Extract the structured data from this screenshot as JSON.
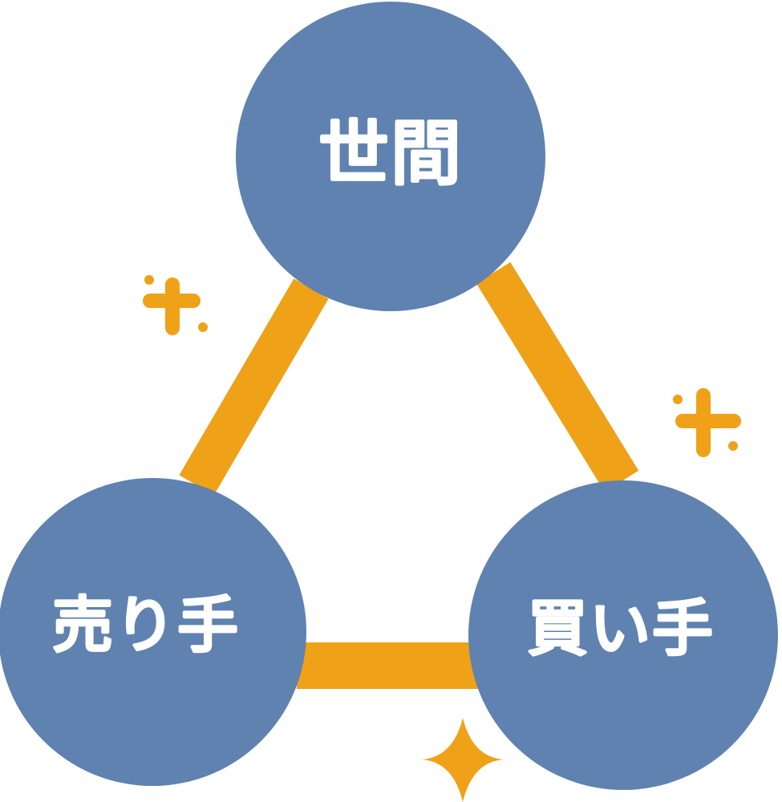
{
  "diagram": {
    "nodes": [
      {
        "id": "top",
        "label": "世間"
      },
      {
        "id": "left",
        "label": "売り手"
      },
      {
        "id": "right",
        "label": "買い手"
      }
    ],
    "connectors": [
      {
        "from": "top",
        "to": "left"
      },
      {
        "from": "top",
        "to": "right"
      },
      {
        "from": "left",
        "to": "right"
      }
    ]
  },
  "colors": {
    "circle": "#5f82b0",
    "connector": "#efa118",
    "sparkle": "#efa118",
    "label": "#ffffff",
    "background": "#ffffff"
  },
  "decorations": [
    {
      "name": "sparkle-upper-left-icon",
      "kind": "sparkle"
    },
    {
      "name": "sparkle-right-icon",
      "kind": "sparkle"
    },
    {
      "name": "sparkle-bottom-icon",
      "kind": "sparkle"
    }
  ]
}
